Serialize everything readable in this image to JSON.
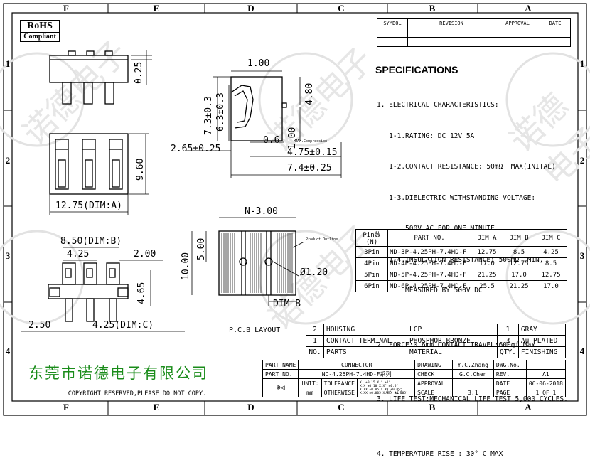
{
  "zone_columns": [
    "F",
    "E",
    "D",
    "C",
    "B",
    "A"
  ],
  "zone_rows": [
    "1",
    "2",
    "3",
    "4"
  ],
  "rohs": {
    "line1": "RoHS",
    "line2": "Compliant"
  },
  "revision_table": {
    "headers": [
      "SYMBOL",
      "REVISION",
      "APPROVAL",
      "DATE"
    ]
  },
  "watermark": "诺德电子",
  "drawing_dims": {
    "top_height": "0.25",
    "side_top": "1.00",
    "side_h1": "7.3±0.3",
    "side_h2": "6.3±0.3",
    "side_right": "4.80",
    "side_1_00": "1.00",
    "side_max_comp": "(MAX.Compression)",
    "side_2_65": "2.65±0.25",
    "side_0_6": "0.6",
    "side_4_75": "4.75±0.15",
    "side_7_4": "7.4±0.25",
    "front_height": "9.60",
    "front_width": "12.75(DIM:A)",
    "bot_8_50": "8.50(DIM:B)",
    "bot_4_25": "4.25",
    "bot_2_00": "2.00",
    "bot_4_65": "4.65",
    "bot_2_50": "2.50",
    "bot_4_25c": "4.25(DIM:C)",
    "pcb_n3": "N-3.00",
    "pcb_5_00": "5.00",
    "pcb_10_00": "10.00",
    "pcb_dia": "Ø1.20",
    "pcb_dimb": "DIM B",
    "pcb_outline": "Product Outline",
    "pcb_layout": "P.C.B LAYOUT"
  },
  "specifications": {
    "title": "SPECIFICATIONS",
    "lines": [
      "1. ELECTRICAL CHARACTERISTICS:",
      "   1-1.RATING: DC 12V 5A",
      "   1-2.CONTACT RESISTANCE: 50mΩ  MAX(INITAL)",
      "   1-3.DIELECTRIC WITHSTANDING VOLTAGE:",
      "       500V AC FOR ONE MINUTE",
      "   1-4.INSULATION RESISTANCE: 500MΩ  MIN,",
      "       MEASURED BY 500V DC",
      "2. FORCE:0.6mm CONTACT TRAVEL:600gf Max.",
      "3. LIFE TEST:MECHANICAL LIFE TEST 5,000 CYCLES.",
      "4. TEMPERATURE RISE : 30° C MAX"
    ]
  },
  "part_table": {
    "headers": [
      "Pin数(N)",
      "PART NO.",
      "DIM A",
      "DIM B",
      "DIM C"
    ],
    "rows": [
      [
        "3Pin",
        "ND-3P-4.25PH-7.4HD-F",
        "12.75",
        "8.5",
        "4.25"
      ],
      [
        "4Pin",
        "ND-4P-4.25PH-7.4HD-F",
        "17.0",
        "12.75",
        "8.5"
      ],
      [
        "5Pin",
        "ND-5P-4.25PH-7.4HD-F",
        "21.25",
        "17.0",
        "12.75"
      ],
      [
        "6Pin",
        "ND-6P-4.25PH-7.4HD-F",
        "25.5",
        "21.25",
        "17.0"
      ]
    ]
  },
  "bom": {
    "rows": [
      [
        "2",
        "HOUSING",
        "LCP",
        "1",
        "GRAY"
      ],
      [
        "1",
        "CONTACT TERMINAL",
        "PHOSPHOR BRONZE",
        "3",
        "Au PLATED"
      ]
    ],
    "header": [
      "NO.",
      "PARTS",
      "MATERIAL",
      "QTY.",
      "FINISHING"
    ]
  },
  "title_block": {
    "company": "东莞市诺德电子有限公司",
    "copyright": "COPYRIGHT RESERVED,PLEASE DO NOT COPY.",
    "part_name_label": "PART NAME",
    "part_name": "CONNECTOR",
    "part_no_label": "PART NO.",
    "part_no": "ND-4.25PH-7.4HD-F系列",
    "unit_label": "UNIT:",
    "unit": "mm",
    "tolerance_label": "TOLERANCE",
    "otherwise_label": "OTHERWISE",
    "tol_line1": "X.  ±0.15  X.°  ±1°",
    "tol_line2": "X.X ±0.10  X.X° ±0.5°",
    "tol_line3": "X.XX ±0.05 X.XX ±0.05°",
    "tol_line4": "X.XX ±0.005 X.XXX ±0.005°",
    "angle": "0° ±3°",
    "drawing_label": "DRAWING",
    "drawing": "Y.C.Zhang",
    "check_label": "CHECK",
    "check": "G.C.Chen",
    "approval_label": "APPROVAL",
    "approval": "",
    "scale_label": "SCALE",
    "scale": "3:1",
    "dwg_label": "DWG.No.",
    "dwg": "",
    "rev_label": "REV.",
    "rev": "A1",
    "date_label": "DATE",
    "date": "06-06-2018",
    "page_label": "PAGE",
    "page": "1 OF 1"
  },
  "colors": {
    "company": "#1a8c1a",
    "line": "#000000",
    "watermark": "#e6e6e6"
  }
}
